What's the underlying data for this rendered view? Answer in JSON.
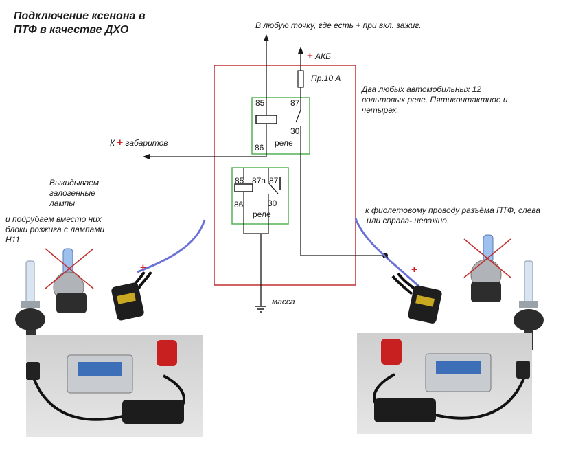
{
  "title_line1": "Подключение ксенона в",
  "title_line2": "ПТФ в качестве ДХО",
  "labels": {
    "any_point": "В любую точку, где есть + при вкл. зажиг.",
    "akb_plus": "+",
    "akb": "АКБ",
    "fuse": "Пр.10 А",
    "relays_note_1": "Два любых автомобильных 12",
    "relays_note_2": "вольтовых реле. Пятиконтактное и",
    "relays_note_3": "четырех.",
    "k_gabarit_k": "К",
    "k_gabarit_plus": "+",
    "k_gabarit": "габаритов",
    "discard_1": "Выкидываем",
    "discard_2": "галогенные",
    "discard_3": "лампы",
    "connect_1": "и подрубаем вместо них",
    "connect_2": "блоки розжига с лампами",
    "connect_3": "Н11",
    "violet_1": "к фиолетовому проводу разъёма ПТФ, слева",
    "violet_2": "или справа- неважно.",
    "massa": "масса",
    "plus_left": "+",
    "plus_right": "+"
  },
  "relay_top": {
    "p85": "85",
    "p87": "87",
    "p30": "30",
    "p86": "86",
    "name": "реле"
  },
  "relay_bottom": {
    "p85": "85",
    "p87a": "87а",
    "p87": "87",
    "p86": "86",
    "p30": "30",
    "name": "реле"
  },
  "colors": {
    "wire": "#1a1a1a",
    "enclosure": "#c03030",
    "relay_box": "#55b055",
    "plus": "#d42020",
    "violet_wire": "#6a72d8"
  },
  "icons": [
    "arrow-up-icon",
    "arrow-left-icon",
    "ground-icon",
    "fuse-icon",
    "xenon-bulb-icon",
    "halogen-bulb-icon",
    "h11-connector-icon",
    "ballast-kit-icon",
    "cross-out-icon"
  ]
}
